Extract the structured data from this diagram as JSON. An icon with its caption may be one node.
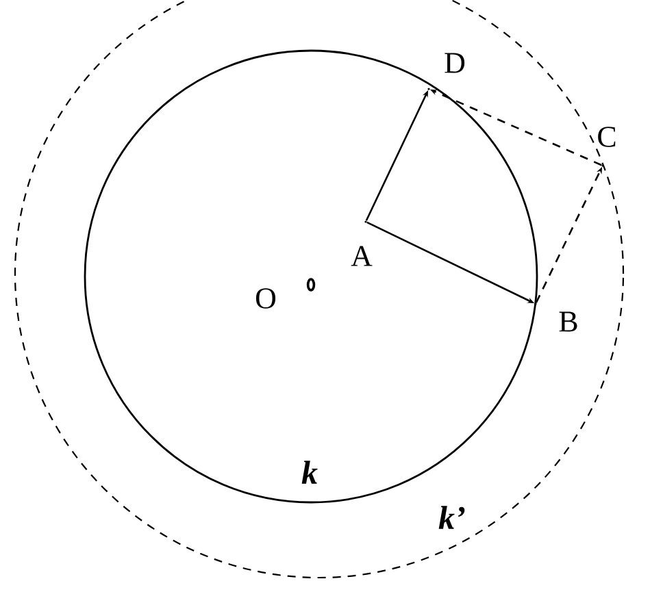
{
  "diagram": {
    "nodes": [
      {
        "text": [
          "A"
        ]
      },
      {
        "text": [
          "B"
        ]
      },
      {
        "text": [
          "C"
        ]
      },
      {
        "text": [
          "D"
        ]
      }
    ],
    "edges": [
      {
        "from": 0,
        "to": 3,
        "arrow": "to"
      },
      {
        "from": 0,
        "to": 1,
        "arrow": "to"
      },
      {
        "from": 2,
        "to": 3,
        "arrow": "to",
        "style": "dashed"
      },
      {
        "from": 1,
        "to": 2,
        "arrow": "to",
        "style": "dashed"
      }
    ],
    "labels": [
      "O",
      "k",
      "k’"
    ]
  }
}
